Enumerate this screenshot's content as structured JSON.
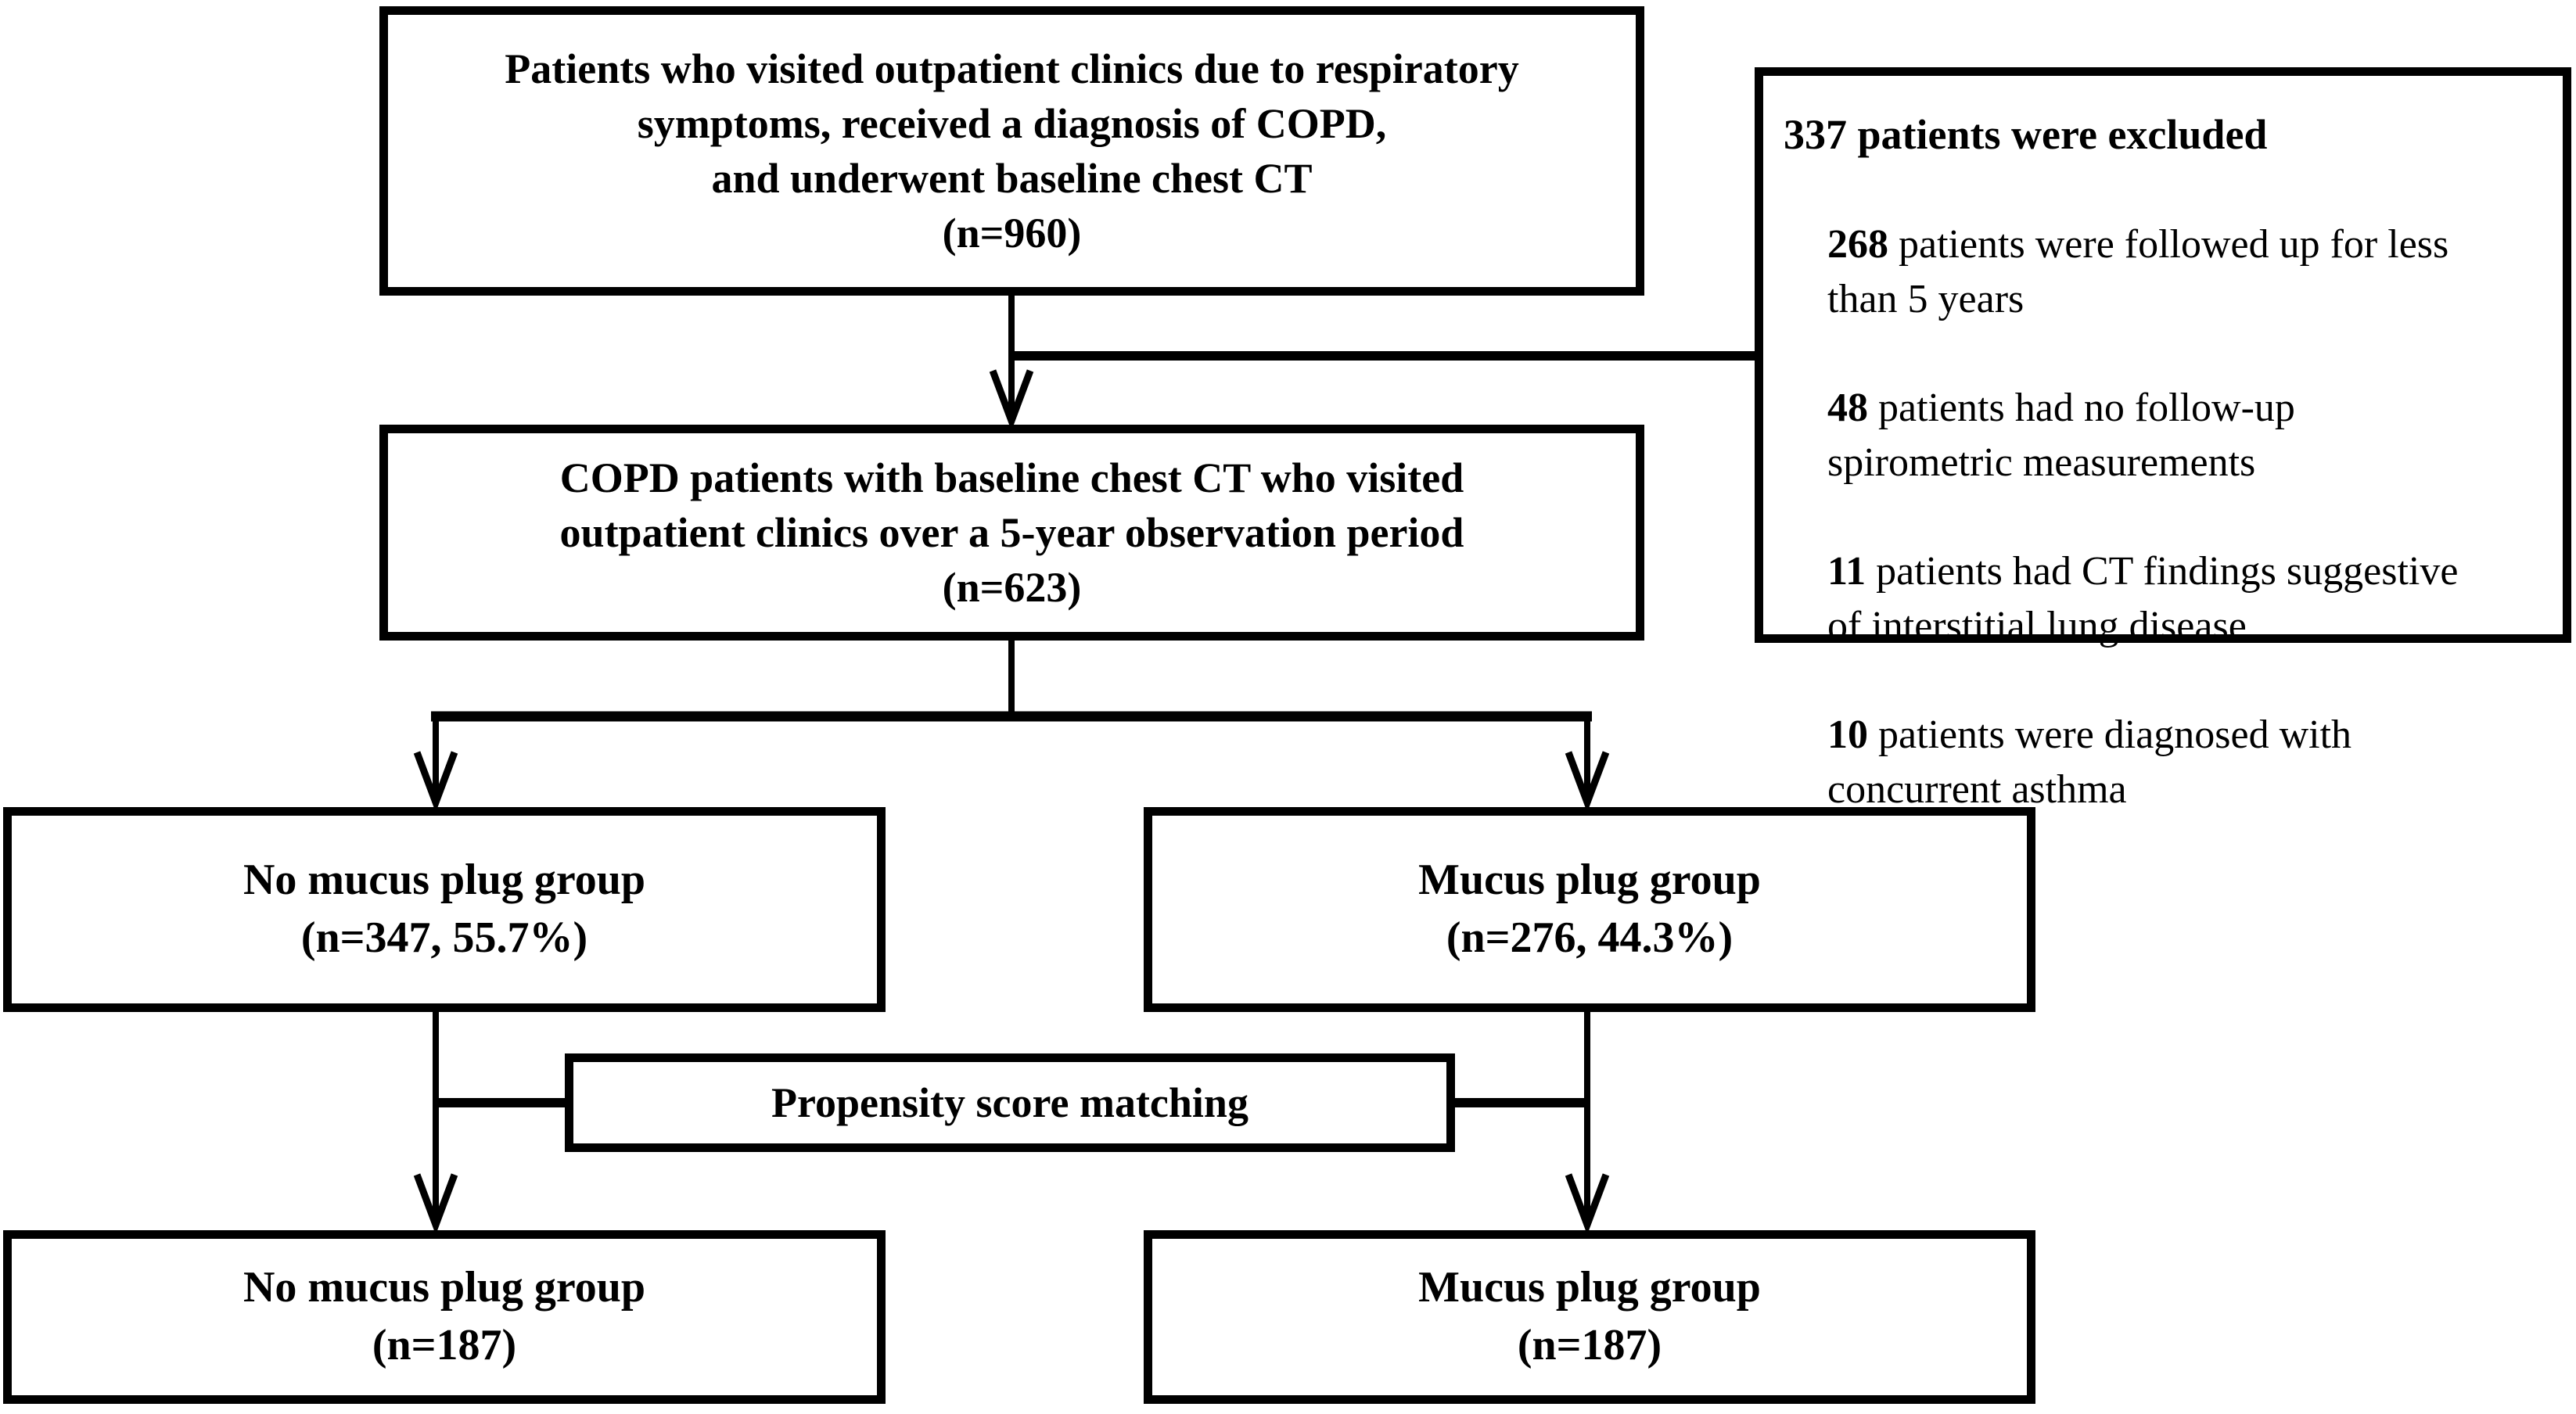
{
  "colors": {
    "line": "#000000",
    "box_border": "#000000",
    "text": "#000000",
    "background": "#ffffff"
  },
  "boxes": {
    "initial": {
      "text": "Patients who visited outpatient clinics due to respiratory\nsymptoms, received a diagnosis of COPD,\nand underwent baseline chest CT\n(n=960)"
    },
    "cohort_5yr": {
      "text": "COPD patients with baseline chest CT who visited\noutpatient clinics over a 5-year observation period\n(n=623)"
    },
    "no_mucus": {
      "text": "No mucus plug group\n(n=347, 55.7%)"
    },
    "mucus": {
      "text": "Mucus plug group\n(n=276, 44.3%)"
    },
    "psm": {
      "text": "Propensity score matching"
    },
    "no_mucus_matched": {
      "text": "No mucus plug group\n(n=187)"
    },
    "mucus_matched": {
      "text": "Mucus plug group\n(n=187)"
    }
  },
  "exclusion": {
    "title": "337 patients were excluded",
    "items": [
      {
        "n": "268",
        "text": " patients were followed up for less\nthan 5 years"
      },
      {
        "n": "48",
        "text": " patients had no follow-up\nspirometric measurements"
      },
      {
        "n": "11",
        "text": " patients had CT findings suggestive\nof interstitial lung disease"
      },
      {
        "n": "10",
        "text": " patients were diagnosed with\nconcurrent asthma"
      }
    ]
  }
}
